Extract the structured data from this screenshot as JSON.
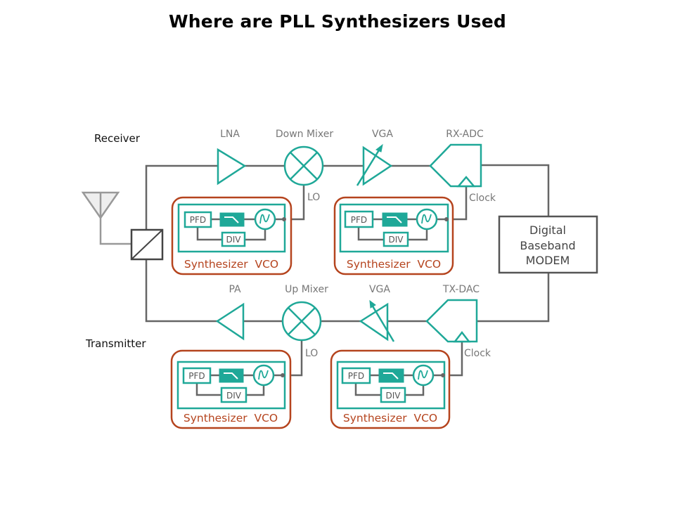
{
  "title": "Where are PLL Synthesizers Used",
  "sections": {
    "receiver": "Receiver",
    "transmitter": "Transmitter"
  },
  "receiver_chain": {
    "lna": "LNA",
    "mixer": "Down Mixer",
    "vga": "VGA",
    "adc": "RX-ADC",
    "lo": "LO",
    "clock": "Clock"
  },
  "transmitter_chain": {
    "pa": "PA",
    "mixer": "Up Mixer",
    "vga": "VGA",
    "dac": "TX-DAC",
    "lo": "LO",
    "clock": "Clock"
  },
  "modem": {
    "line1": "Digital",
    "line2": "Baseband",
    "line3": "MODEM"
  },
  "synthesizers": [
    {
      "label": "Synthesizer  VCO",
      "pfd": "PFD",
      "div": "DIV",
      "drives": "Down Mixer LO"
    },
    {
      "label": "Synthesizer  VCO",
      "pfd": "PFD",
      "div": "DIV",
      "drives": "RX-ADC Clock"
    },
    {
      "label": "Synthesizer  VCO",
      "pfd": "PFD",
      "div": "DIV",
      "drives": "Up Mixer LO"
    },
    {
      "label": "Synthesizer  VCO",
      "pfd": "PFD",
      "div": "DIV",
      "drives": "TX-DAC Clock"
    }
  ],
  "colors": {
    "teal": "#1fa898",
    "orange": "#b5441e",
    "wire": "#666666"
  }
}
